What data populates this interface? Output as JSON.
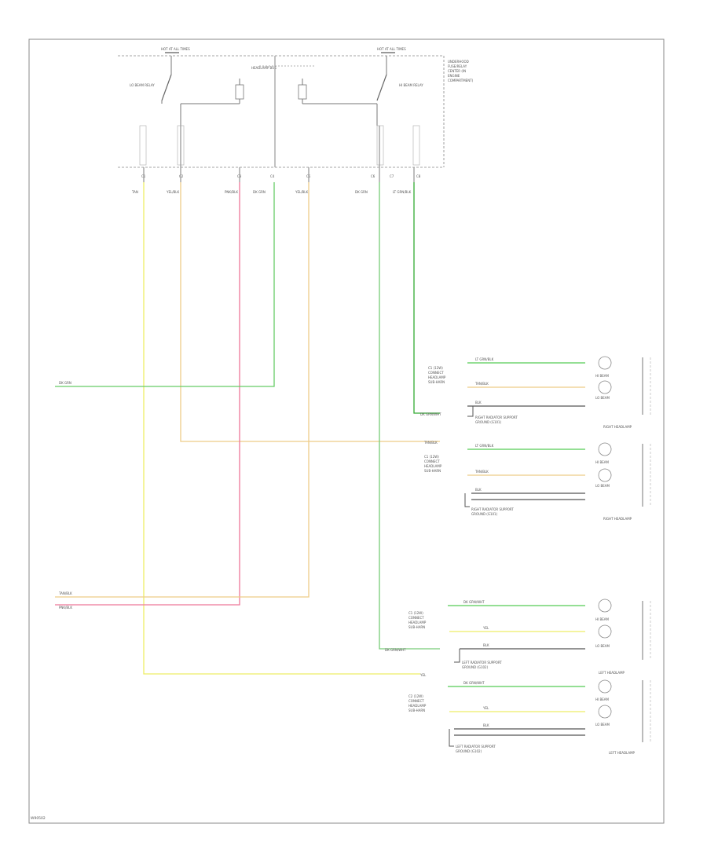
{
  "figure_id": "W90502",
  "colors": {
    "frame": "#777777",
    "wire_gray": "#999999",
    "wire_black": "#444444",
    "wire_green": "#55cc55",
    "wire_yellow": "#eeee66",
    "wire_tan": "#eecc88",
    "wire_pink": "#ee6688"
  },
  "relays": {
    "left_fuse": "HOT AT ALL TIMES",
    "right_fuse": "HOT AT ALL TIMES",
    "center_bus": "HEADLAMP BUS",
    "left_relay": "LO BEAM RELAY",
    "right_relay": "HI BEAM RELAY",
    "module_note": [
      "UNDERHOOD",
      "FUSE/RELAY",
      "CENTER (IN",
      "ENGINE",
      "COMPARTMENT)"
    ]
  },
  "connectors": [
    "C1",
    "C2",
    "C3",
    "C4",
    "C5",
    "C6",
    "C7",
    "C8"
  ],
  "wire_labels": [
    "TAN",
    "YEL/BLK",
    "PNK/BLK",
    "DK GRN",
    "YEL/BLK",
    "DK GRN",
    "LT GRN/BLK"
  ],
  "left_feeds": {
    "dk_grn": "DK GRN",
    "tan_blk": "TAN/BLK",
    "pnk_blk": "PNK/BLK"
  },
  "right_headlamp_inner": {
    "connector": [
      "C1 (12W)",
      "CONNECT",
      "HEADLAMP",
      "SUB-HARN"
    ],
    "hi_wire": "LT GRN/BLK",
    "lo_wire": "TAN/BLK",
    "gnd_wire": "BLK",
    "hi_beam": "HI BEAM",
    "lo_beam": "LO BEAM",
    "ground": [
      "RIGHT RADIATOR SUPPORT",
      "GROUND (G101)"
    ],
    "label": "RIGHT HEADLAMP"
  },
  "right_headlamp_outer": {
    "connector": [
      "C1 (12W)",
      "CONNECT",
      "HEADLAMP",
      "SUB-HARN"
    ],
    "hi_wire": "LT GRN/BLK",
    "lo_wire": "TAN/BLK",
    "gnd_wire": "BLK",
    "hi_beam": "HI BEAM",
    "lo_beam": "LO BEAM",
    "ground": [
      "RIGHT RADIATOR SUPPORT",
      "GROUND (G101)"
    ],
    "label": "RIGHT HEADLAMP"
  },
  "left_headlamp_inner": {
    "connector": [
      "C1 (12W)",
      "CONNECT",
      "HEADLAMP",
      "SUB-HARN"
    ],
    "hi_wire": "DK GRN/WHT",
    "lo_wire": "YEL",
    "gnd_wire": "BLK",
    "hi_beam": "HI BEAM",
    "lo_beam": "LO BEAM",
    "ground": [
      "LEFT RADIATOR SUPPORT",
      "GROUND (G102)"
    ],
    "label": "LEFT HEADLAMP"
  },
  "left_headlamp_outer": {
    "connector": [
      "C2 (12W)",
      "CONNECT",
      "HEADLAMP",
      "SUB-HARN"
    ],
    "hi_wire": "DK GRN/WHT",
    "lo_wire": "YEL",
    "gnd_wire": "BLK",
    "hi_beam": "HI BEAM",
    "lo_beam": "LO BEAM",
    "ground": [
      "LEFT RADIATOR SUPPORT",
      "GROUND (G102)"
    ],
    "label": "LEFT HEADLAMP"
  },
  "feed_labels": {
    "right_dkgrn": "DK GRN/WHT",
    "right_tan": "TAN/BLK",
    "left_dkgrn": "DK GRN/WHT",
    "left_yel": "YEL"
  }
}
